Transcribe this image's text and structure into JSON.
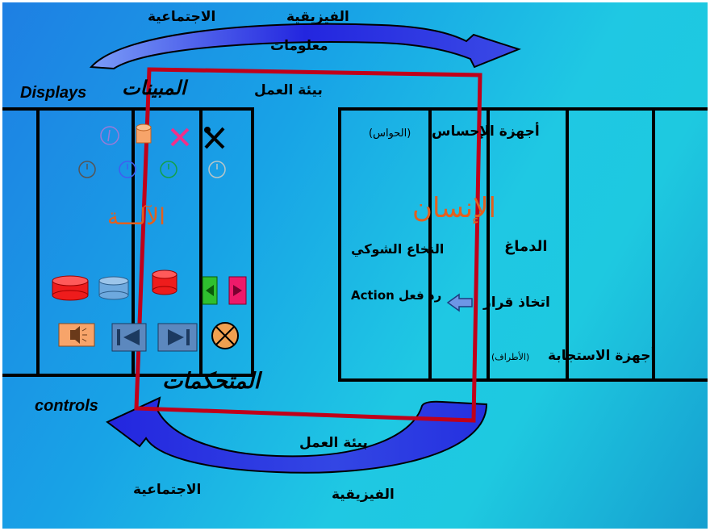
{
  "top_arrow": {
    "line1_right": "الفيزيقية",
    "line1_left": "الاجتماعية",
    "line2": "معلومات"
  },
  "bottom_arrow": {
    "line1": "بيئة العمل",
    "line2_right": "الفيزيقية",
    "line2_left": "الاجتماعية"
  },
  "work_env_label": "بيئة العمل",
  "displays": {
    "en": "Displays",
    "ar": "المبينات"
  },
  "controls": {
    "en": "controls",
    "ar": "المتحكمات"
  },
  "machine_label": "الآلـــة",
  "human_label": "الإنسان",
  "human": {
    "sensors": "أجهزة الإحساس",
    "sensors_sub": "(الحواس)",
    "brain": "الدماغ",
    "spinal_cord": "النخاع الشوكي",
    "decision": "اتخاذ قرار",
    "reaction": "رد فعل Action",
    "response": "أجهزة الاستجابة",
    "response_sub": "(الأطراف)"
  },
  "colors": {
    "frame": "#000000",
    "focus_box": "#c0001a",
    "arrow_fill": "#2a2fe0",
    "arrow_light": "#6d8cf2",
    "cylinder_red": "#ee1c1c",
    "cylinder_blue": "#6ea9de",
    "button_orange": "#f7a46a",
    "button_slate": "#5c88be"
  },
  "icons": [
    "info-icon",
    "cylinder-icon",
    "close-icon",
    "tools-icon",
    "clock-icon",
    "speaker-icon",
    "skip-back-icon",
    "skip-forward-icon",
    "stop-icon",
    "play-left-icon",
    "play-right-icon"
  ]
}
